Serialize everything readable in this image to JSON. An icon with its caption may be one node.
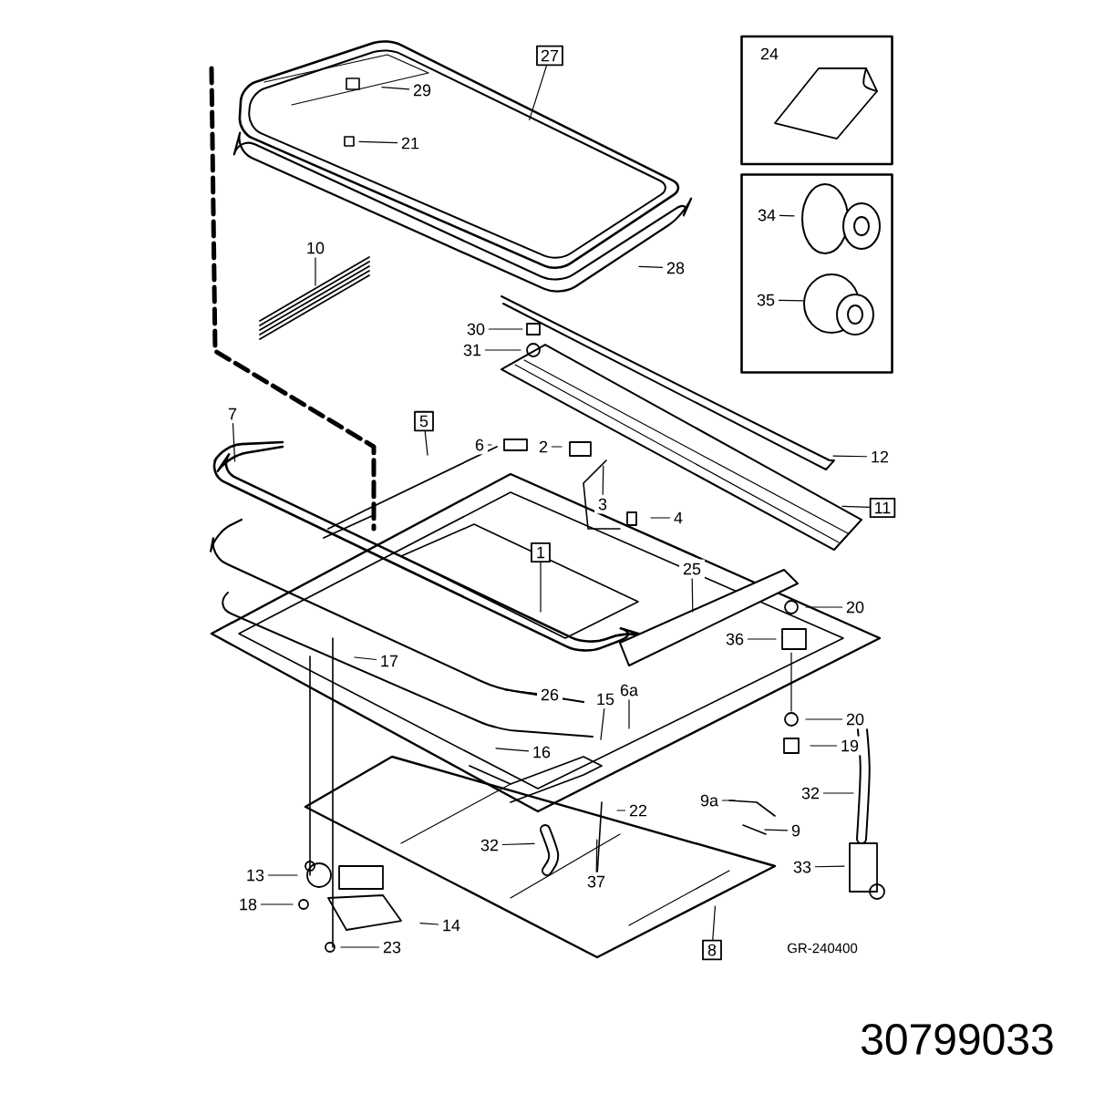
{
  "diagram": {
    "nodes": [
      {
        "text": [],
        "shape": "box"
      },
      {
        "text": [
          "24"
        ],
        "in": 0
      },
      {
        "text": [
          "27"
        ]
      },
      {
        "text": [
          "29"
        ]
      },
      {
        "text": [
          "21"
        ]
      },
      {
        "text": [],
        "shape": "box"
      },
      {
        "text": [
          "34"
        ],
        "in": 5
      },
      {
        "text": [
          "10"
        ]
      },
      {
        "text": [
          "28"
        ]
      },
      {
        "text": [
          "35"
        ],
        "in": 5
      },
      {
        "text": [
          "30"
        ]
      },
      {
        "text": [
          "31"
        ]
      },
      {
        "text": [
          "7"
        ]
      },
      {
        "text": [
          "5"
        ]
      },
      {
        "text": [
          "6"
        ]
      },
      {
        "text": [
          "2"
        ]
      },
      {
        "text": [
          "12"
        ]
      },
      {
        "text": [
          "3"
        ]
      },
      {
        "text": [
          "11"
        ]
      },
      {
        "text": [
          "4"
        ]
      },
      {
        "text": [
          "1"
        ]
      },
      {
        "text": [
          "25"
        ]
      },
      {
        "text": [
          "20"
        ]
      },
      {
        "text": [
          "36"
        ]
      },
      {
        "text": [
          "17"
        ]
      },
      {
        "text": [
          "6a"
        ]
      },
      {
        "text": [
          "26"
        ]
      },
      {
        "text": [
          "15"
        ]
      },
      {
        "text": [
          "20"
        ]
      },
      {
        "text": [
          "19"
        ]
      },
      {
        "text": [
          "16"
        ]
      },
      {
        "text": [
          "32"
        ]
      },
      {
        "text": [
          "9a"
        ]
      },
      {
        "text": [
          "22"
        ]
      },
      {
        "text": [
          "9"
        ]
      },
      {
        "text": [
          "32"
        ]
      },
      {
        "text": [
          "33"
        ]
      },
      {
        "text": [
          "13"
        ]
      },
      {
        "text": [
          "37"
        ]
      },
      {
        "text": [
          "18"
        ]
      },
      {
        "text": [
          "14"
        ]
      },
      {
        "text": [
          "23"
        ]
      },
      {
        "text": [
          "8"
        ]
      }
    ],
    "edges": [
      {
        "from": 2,
        "to": null,
        "arrow": "none"
      },
      {
        "from": 3,
        "to": null,
        "arrow": "none"
      },
      {
        "from": 4,
        "to": null,
        "arrow": "none"
      },
      {
        "from": 6,
        "to": null,
        "arrow": "none"
      },
      {
        "from": 7,
        "to": null,
        "arrow": "none"
      },
      {
        "from": 8,
        "to": null,
        "arrow": "none"
      },
      {
        "from": 9,
        "to": null,
        "arrow": "none"
      },
      {
        "from": 10,
        "to": null,
        "arrow": "none"
      },
      {
        "from": 11,
        "to": null,
        "arrow": "none"
      },
      {
        "from": 12,
        "to": null,
        "arrow": "none"
      },
      {
        "from": 13,
        "to": null,
        "arrow": "none"
      },
      {
        "from": 14,
        "to": null,
        "arrow": "none"
      },
      {
        "from": 15,
        "to": null,
        "arrow": "none"
      },
      {
        "from": 16,
        "to": null,
        "arrow": "none"
      },
      {
        "from": 17,
        "to": null,
        "arrow": "none"
      },
      {
        "from": 18,
        "to": null,
        "arrow": "none"
      },
      {
        "from": 19,
        "to": null,
        "arrow": "none"
      },
      {
        "from": 20,
        "to": null,
        "arrow": "none"
      },
      {
        "from": 21,
        "to": null,
        "arrow": "none"
      },
      {
        "from": 22,
        "to": null,
        "arrow": "none"
      },
      {
        "from": 23,
        "to": null,
        "arrow": "none"
      },
      {
        "from": 24,
        "to": null,
        "arrow": "none"
      },
      {
        "from": 25,
        "to": null,
        "arrow": "none"
      },
      {
        "from": 26,
        "to": null,
        "arrow": "none"
      },
      {
        "from": 27,
        "to": null,
        "arrow": "none"
      },
      {
        "from": 28,
        "to": null,
        "arrow": "none"
      },
      {
        "from": 29,
        "to": null,
        "arrow": "none"
      },
      {
        "from": 30,
        "to": null,
        "arrow": "none"
      },
      {
        "from": 31,
        "to": null,
        "arrow": "none"
      },
      {
        "from": 32,
        "to": null,
        "arrow": "none"
      },
      {
        "from": 33,
        "to": null,
        "arrow": "none"
      },
      {
        "from": 34,
        "to": null,
        "arrow": "none"
      },
      {
        "from": 35,
        "to": null,
        "arrow": "none"
      },
      {
        "from": 36,
        "to": null,
        "arrow": "none"
      },
      {
        "from": 37,
        "to": null,
        "arrow": "none"
      },
      {
        "from": 38,
        "to": null,
        "arrow": "none"
      },
      {
        "from": 39,
        "to": null,
        "arrow": "none"
      },
      {
        "from": 40,
        "to": null,
        "arrow": "none"
      },
      {
        "from": 41,
        "to": null,
        "arrow": "none"
      },
      {
        "from": 42,
        "to": null,
        "arrow": "none"
      }
    ],
    "labels": [
      "GR-240400",
      "30799033"
    ]
  }
}
